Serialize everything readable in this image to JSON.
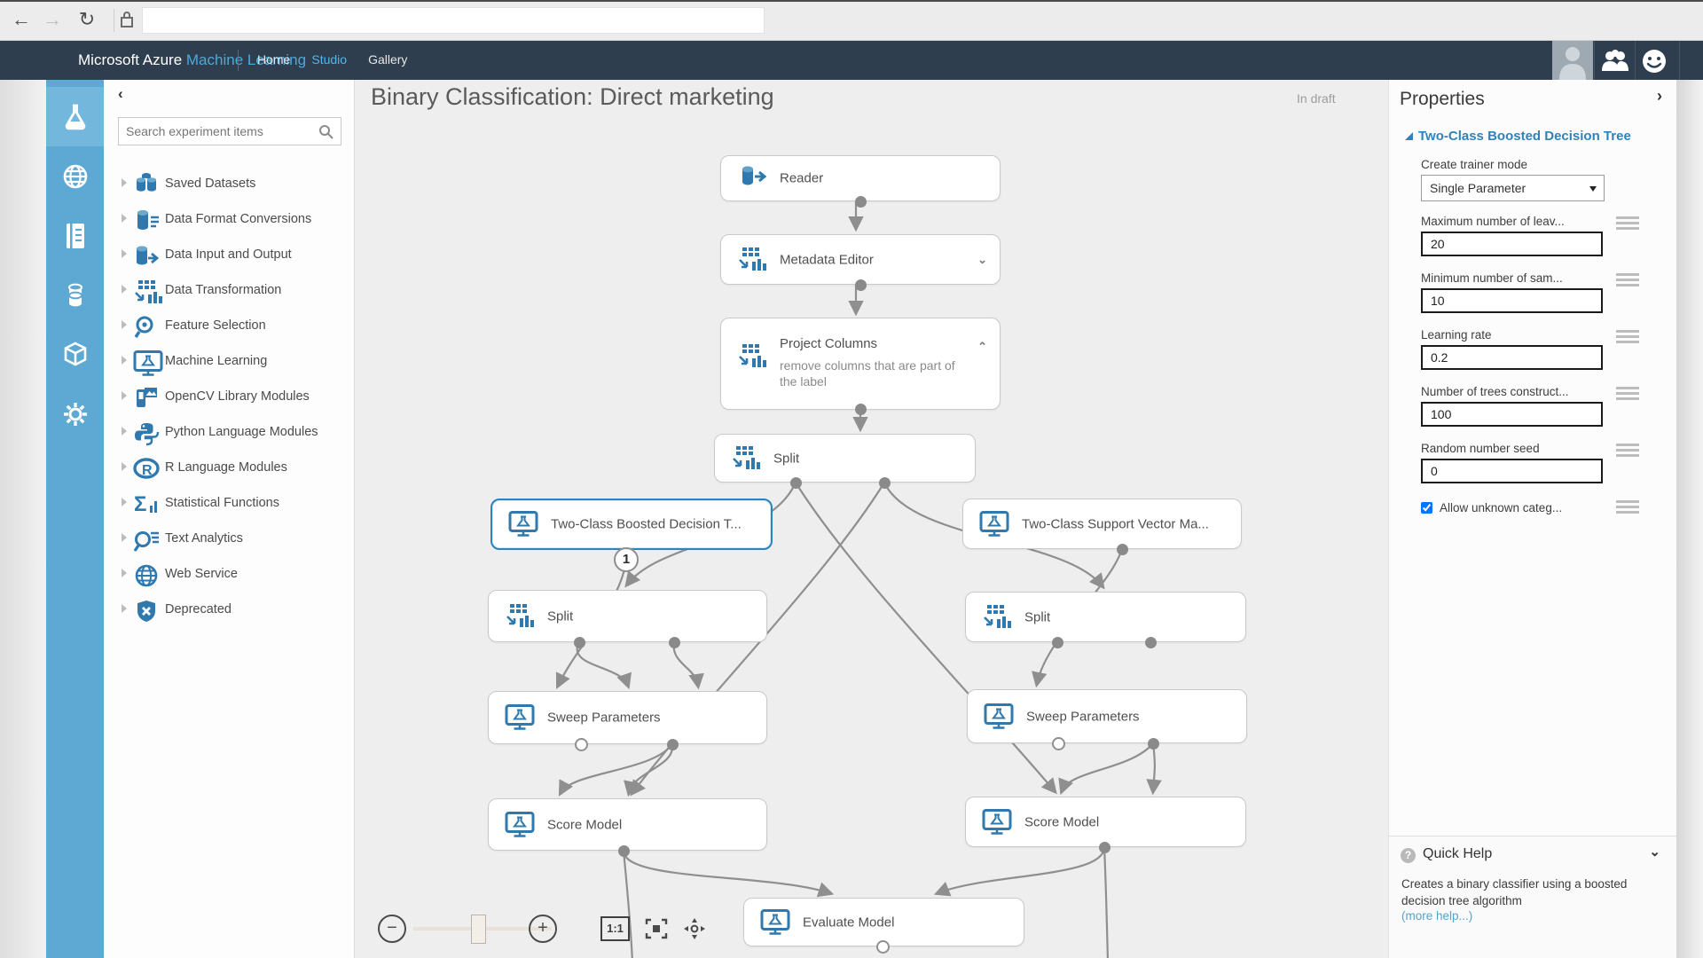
{
  "browser": {
    "address_value": "",
    "back_icon": "back-arrow",
    "forward_icon": "forward-arrow",
    "refresh_icon": "refresh",
    "lock_icon": "lock"
  },
  "header": {
    "brand_primary": "Microsoft Azure",
    "brand_secondary": "Machine Learning",
    "nav": [
      {
        "label": "Home",
        "active": false
      },
      {
        "label": "Studio",
        "active": true
      },
      {
        "label": "Gallery",
        "active": false
      }
    ],
    "right_icons": [
      "user-avatar",
      "people",
      "smiley-feedback"
    ]
  },
  "sidebar_strip": {
    "items": [
      "experiments",
      "web-services",
      "notebooks",
      "datasets",
      "trained-models",
      "settings"
    ],
    "selected": "experiments"
  },
  "palette": {
    "collapse_glyph": "‹",
    "search_placeholder": "Search experiment items",
    "items": [
      {
        "label": "Saved Datasets",
        "icon": "saved-datasets"
      },
      {
        "label": "Data Format Conversions",
        "icon": "data-format"
      },
      {
        "label": "Data Input and Output",
        "icon": "data-io"
      },
      {
        "label": "Data Transformation",
        "icon": "transform"
      },
      {
        "label": "Feature Selection",
        "icon": "feature-selection"
      },
      {
        "label": "Machine Learning",
        "icon": "ml"
      },
      {
        "label": "OpenCV Library Modules",
        "icon": "opencv"
      },
      {
        "label": "Python Language Modules",
        "icon": "python"
      },
      {
        "label": "R Language Modules",
        "icon": "rlang"
      },
      {
        "label": "Statistical Functions",
        "icon": "stats"
      },
      {
        "label": "Text Analytics",
        "icon": "text-analytics"
      },
      {
        "label": "Web Service",
        "icon": "web-service"
      },
      {
        "label": "Deprecated",
        "icon": "deprecated"
      }
    ]
  },
  "canvas": {
    "title": "Binary Classification: Direct marketing",
    "status": "In draft",
    "nodes": [
      {
        "id": "reader",
        "label": "Reader",
        "icon": "reader"
      },
      {
        "id": "metadata",
        "label": "Metadata Editor",
        "icon": "transform",
        "chevron": "down"
      },
      {
        "id": "project",
        "label": "Project Columns",
        "icon": "transform",
        "chevron": "up",
        "sublabel": "remove columns that are part of the label"
      },
      {
        "id": "split-c",
        "label": "Split",
        "icon": "transform"
      },
      {
        "id": "bdt",
        "label": "Two-Class Boosted Decision T...",
        "icon": "ml",
        "selected": true,
        "badge": "1"
      },
      {
        "id": "svm",
        "label": "Two-Class Support Vector Ma...",
        "icon": "ml"
      },
      {
        "id": "split-l",
        "label": "Split",
        "icon": "transform"
      },
      {
        "id": "split-r",
        "label": "Split",
        "icon": "transform"
      },
      {
        "id": "sweep-l",
        "label": "Sweep Parameters",
        "icon": "ml"
      },
      {
        "id": "sweep-r",
        "label": "Sweep Parameters",
        "icon": "ml"
      },
      {
        "id": "score-l",
        "label": "Score Model",
        "icon": "ml"
      },
      {
        "id": "score-r",
        "label": "Score Model",
        "icon": "ml"
      },
      {
        "id": "evaluate",
        "label": "Evaluate Model",
        "icon": "ml"
      }
    ],
    "zoom_controls": {
      "minus": "−",
      "plus": "+",
      "reset_label": "1:1",
      "fit_icon": "fit-to-screen",
      "pan_icon": "pan"
    }
  },
  "properties": {
    "title": "Properties",
    "collapse_glyph": "›",
    "section_title": "Two-Class Boosted Decision Tree",
    "fields": [
      {
        "label": "Create trainer mode",
        "type": "select",
        "value": "Single Parameter"
      },
      {
        "label": "Maximum number of leav...",
        "type": "text",
        "value": "20"
      },
      {
        "label": "Minimum number of sam...",
        "type": "text",
        "value": "10"
      },
      {
        "label": "Learning rate",
        "type": "text",
        "value": "0.2"
      },
      {
        "label": "Number of trees construct...",
        "type": "text",
        "value": "100"
      },
      {
        "label": "Random number seed",
        "type": "text",
        "value": "0"
      },
      {
        "label": "Allow unknown categ...",
        "type": "checkbox",
        "checked": true
      }
    ],
    "quick_help": {
      "title": "Quick Help",
      "text": "Creates a binary classifier using a boosted decision tree algorithm",
      "link": "(more help...)"
    }
  }
}
